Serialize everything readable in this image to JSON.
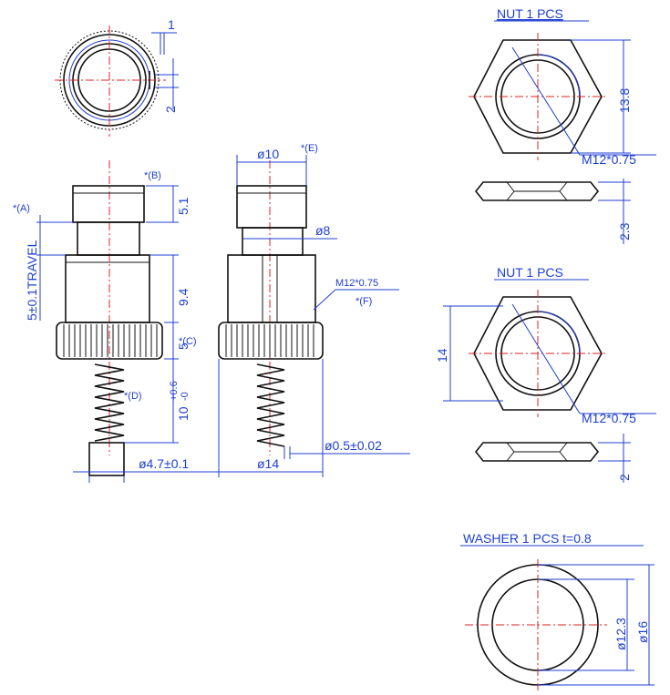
{
  "labels": {
    "nut1_title": "NUT 1 PCS",
    "nut2_title": "NUT 1 PCS",
    "washer_title": "WASHER 1 PCS t=0.8",
    "top_dim_1": "1",
    "top_dim_2": "2",
    "ref_a": "*(A)",
    "ref_b": "*(B)",
    "ref_c": "*(C)",
    "ref_d": "*(D)",
    "ref_e": "*(E)",
    "ref_f": "*(F)",
    "travel": "5±0.1TRAVEL",
    "dim_5_1": "5.1",
    "dim_9_4": "9.4",
    "dim_5": "5",
    "dim_10_base": "10",
    "dim_10_tol_up": "+0.6",
    "dim_10_tol_lo": "-0",
    "dim_4_7": "ø4.7±0.1",
    "dim_d10": "ø10",
    "dim_d8": "ø8",
    "dim_m12_side": "M12*0.75",
    "dim_d05": "ø0.5±0.02",
    "dim_d14": "ø14",
    "nut1_13_8": "13.8",
    "nut1_m12": "M12*0.75",
    "nut1_2_3": "2.3",
    "nut2_14": "14",
    "nut2_m12": "M12*0.75",
    "nut2_2": "2",
    "washer_12_3": "ø12.3",
    "washer_16": "ø16"
  }
}
